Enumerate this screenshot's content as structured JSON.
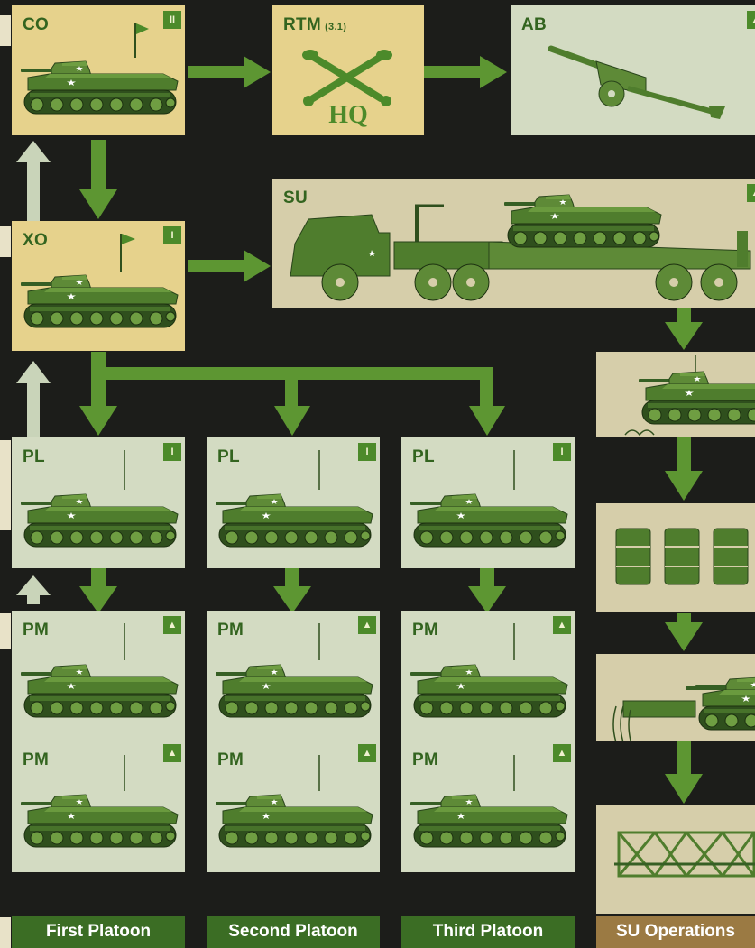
{
  "nodes": {
    "co": {
      "label": "CO",
      "rank": "II"
    },
    "rtm": {
      "label": "RTM",
      "note": "(3.1)",
      "emblem": "HQ"
    },
    "ab": {
      "label": "AB"
    },
    "xo": {
      "label": "XO",
      "rank": "I"
    },
    "su": {
      "label": "SU"
    },
    "pl1": {
      "label": "PL",
      "rank": "I"
    },
    "pl2": {
      "label": "PL",
      "rank": "I"
    },
    "pl3": {
      "label": "PL",
      "rank": "I"
    },
    "pm": {
      "label": "PM",
      "rank_icon": "chevron-icon"
    }
  },
  "footer": {
    "first": "First Platoon",
    "second": "Second Platoon",
    "third": "Third Platoon",
    "su_ops": "SU Operations"
  },
  "colors": {
    "arrow": "#5d9632",
    "arrow_light": "#c9d4b9",
    "hq_box": "#e6d28c",
    "tan_box": "#d6ceaa",
    "platoon_box": "#d3dbc2",
    "footer_green": "#3b6d24",
    "footer_brown": "#9b7a43"
  }
}
